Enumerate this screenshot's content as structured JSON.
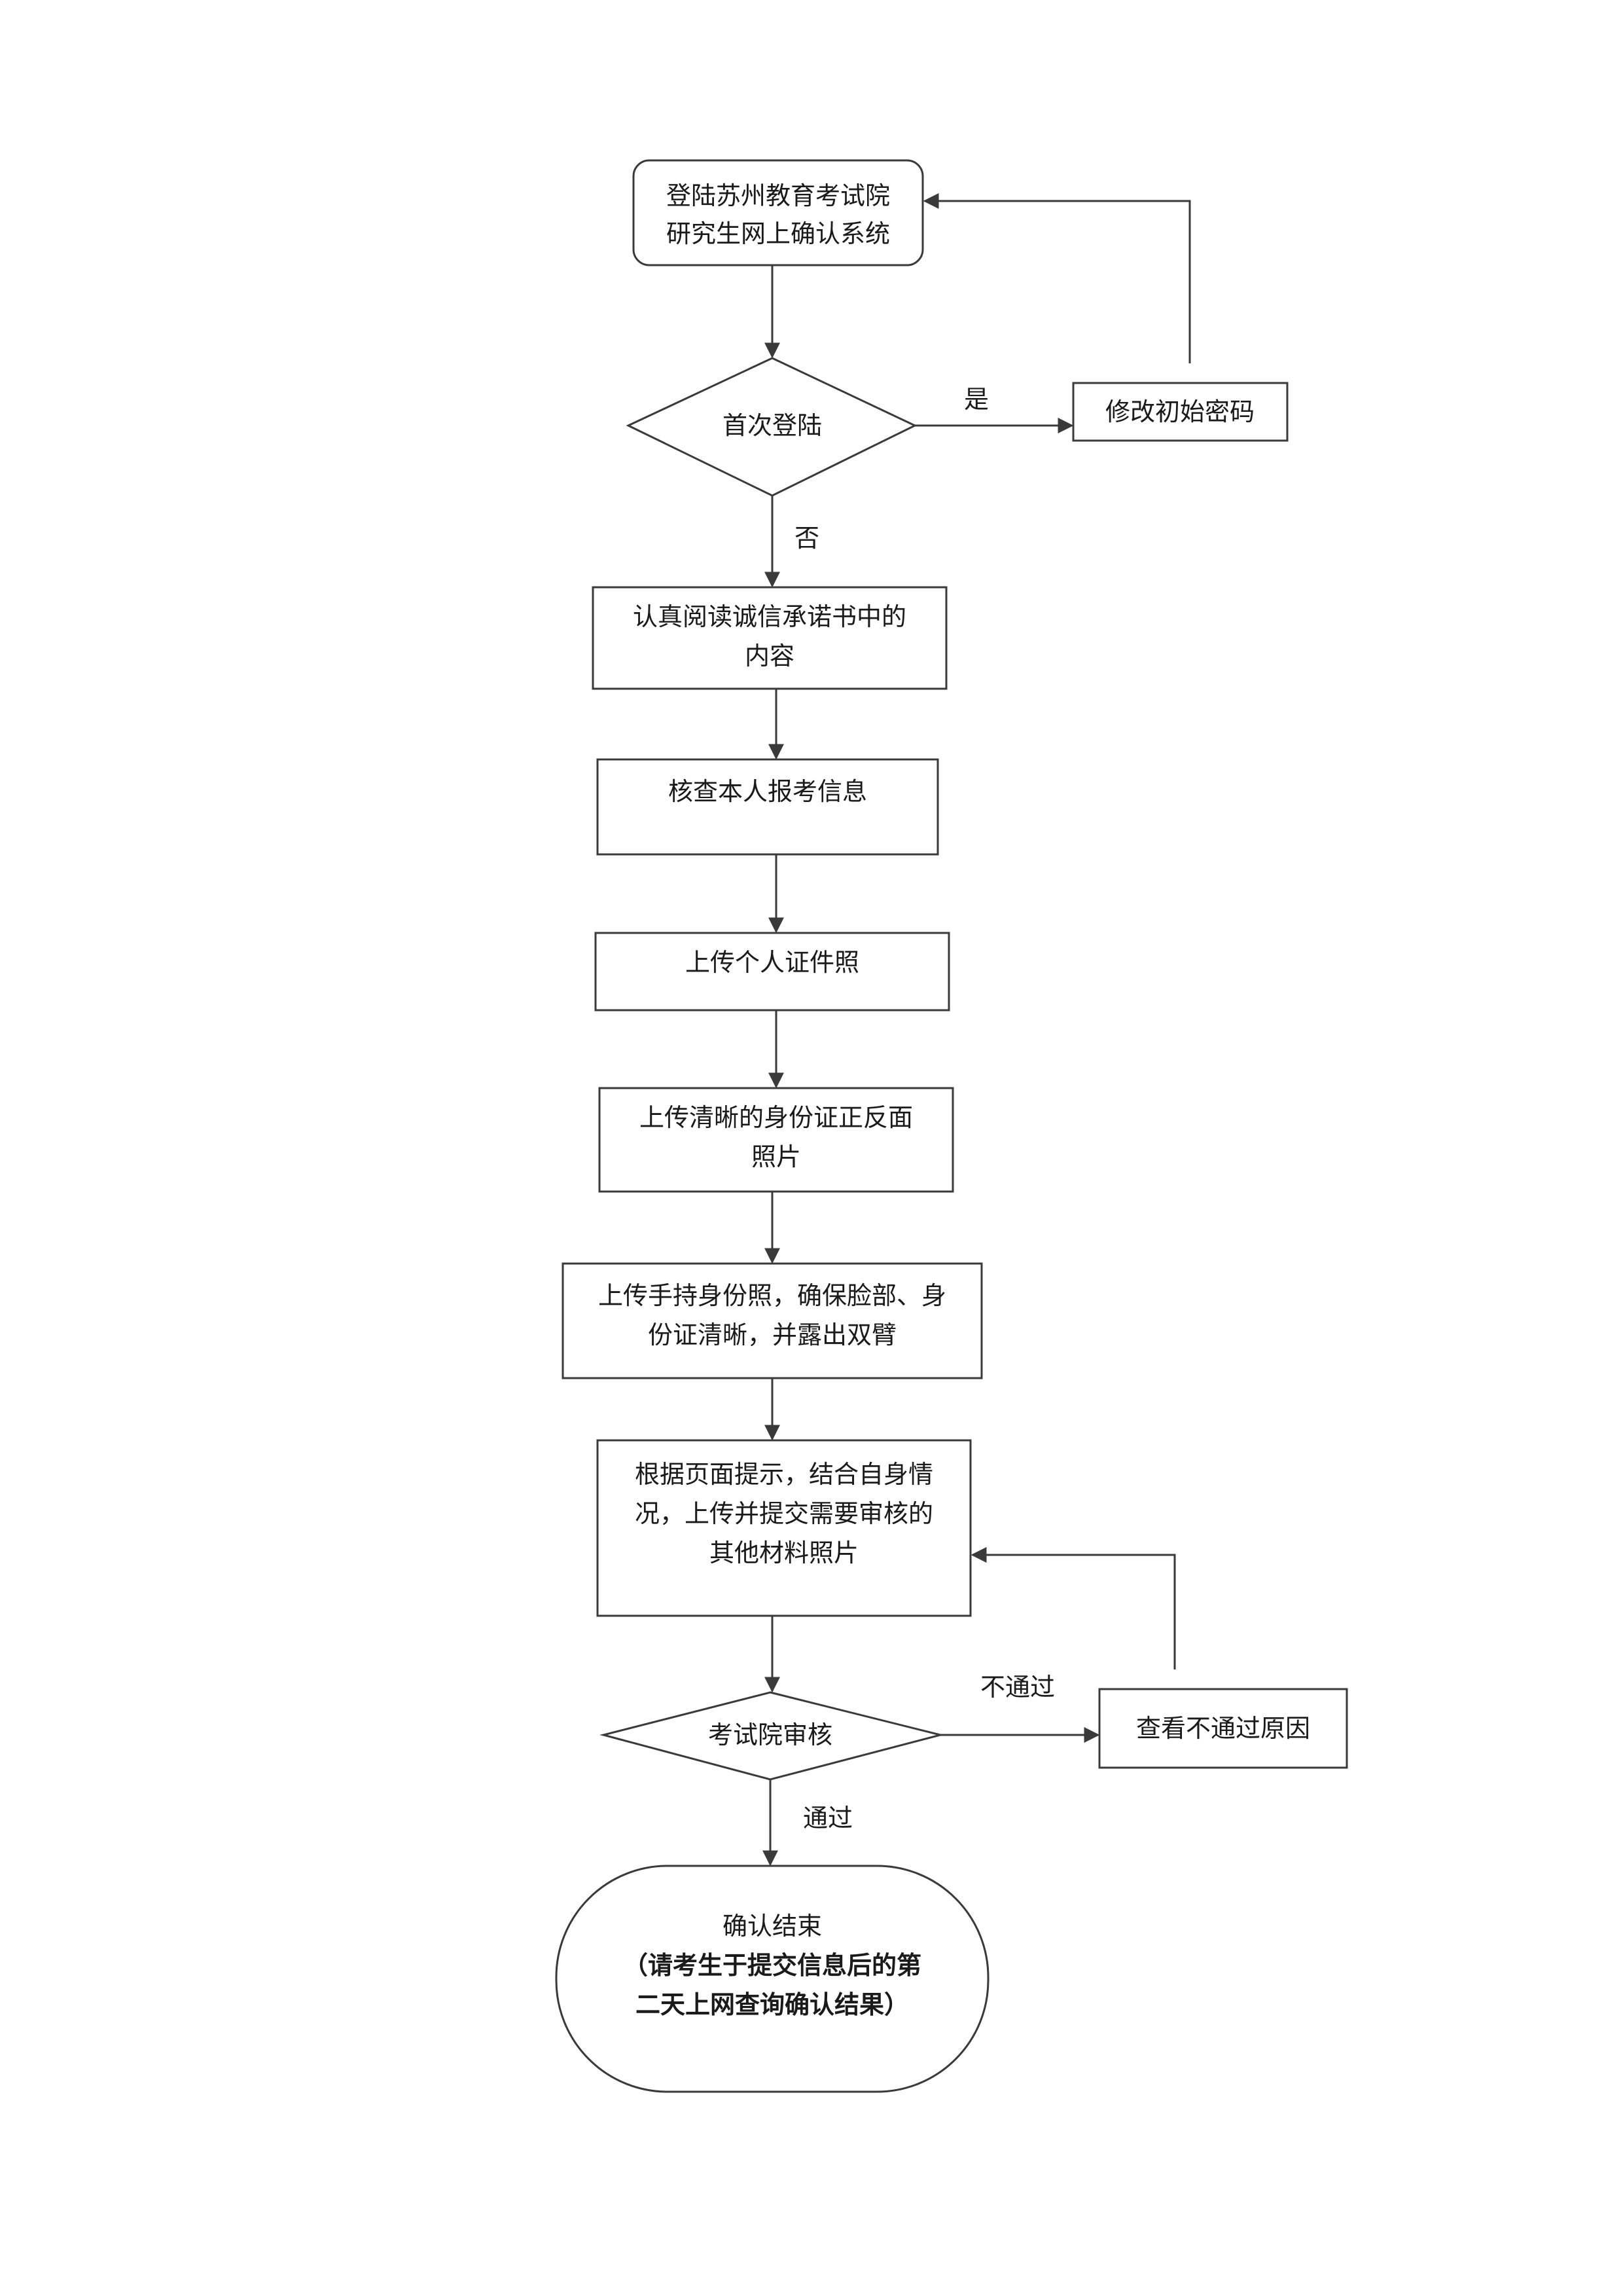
{
  "nodes": {
    "login": {
      "line1": "登陆苏州教育考试院",
      "line2": "研究生网上确认系统"
    },
    "first_login": {
      "label": "首次登陆"
    },
    "change_password": {
      "label": "修改初始密码"
    },
    "read_pledge": {
      "line1": "认真阅读诚信承诺书中的",
      "line2": "内容"
    },
    "check_info": {
      "label": "核查本人报考信息"
    },
    "upload_photo": {
      "label": "上传个人证件照"
    },
    "upload_id": {
      "line1": "上传清晰的身份证正反面",
      "line2": "照片"
    },
    "upload_handheld": {
      "line1": "上传手持身份照，确保脸部、身",
      "line2": "份证清晰，并露出双臂"
    },
    "upload_other": {
      "line1": "根据页面提示，结合自身情",
      "line2": "况，上传并提交需要审核的",
      "line3": "其他材料照片"
    },
    "review": {
      "label": "考试院审核"
    },
    "view_reason": {
      "label": "查看不通过原因"
    },
    "end": {
      "line1": "确认结束",
      "line2": "（请考生于提交信息后的第",
      "line3": "二天上网查询确认结果）"
    }
  },
  "edges": {
    "yes": "是",
    "no": "否",
    "fail": "不通过",
    "pass": "通过"
  },
  "colors": {
    "stroke": "#3a3a3a",
    "text": "#1a1a1a",
    "background": "#ffffff"
  }
}
